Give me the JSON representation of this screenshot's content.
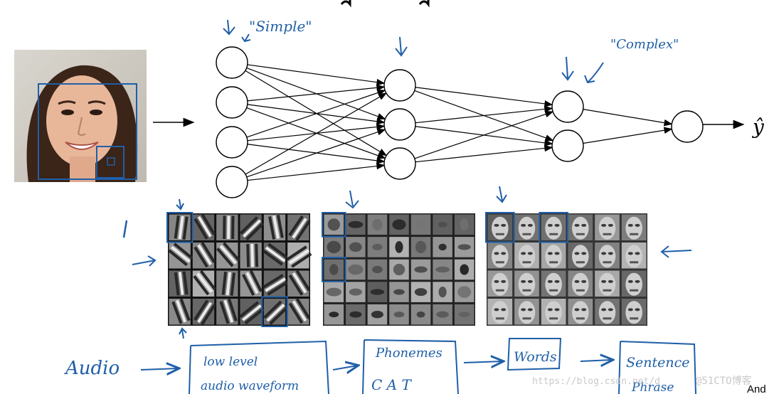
{
  "network": {
    "output_label": "ŷ",
    "layers": [
      4,
      3,
      2,
      1
    ]
  },
  "annotations": {
    "simple": "\"Simple\"",
    "complex": "\"Complex\"",
    "audio": "Audio",
    "low_level_line1": "low level",
    "low_level_line2": "audio waveform",
    "phonemes": "Phonemes",
    "phonemes_letters": "C   A   T",
    "words": "Words",
    "sentence": "Sentence",
    "phrase": "Phrase"
  },
  "watermark": {
    "url": "https://blog.csdn.net/d",
    "site": "@51CTO博客"
  },
  "corner_text": "And",
  "colors": {
    "ink": "#1f5fa8",
    "line": "#000000"
  }
}
